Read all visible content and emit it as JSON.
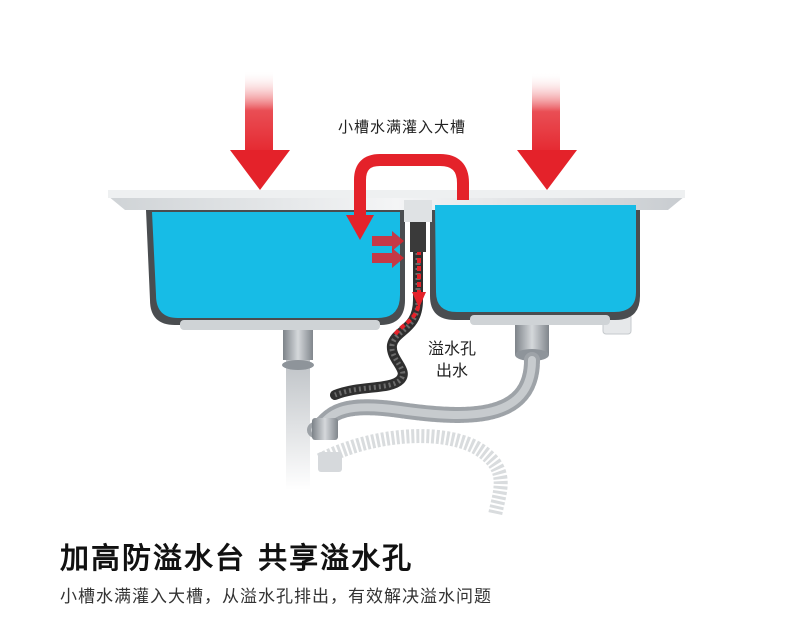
{
  "colors": {
    "water": "#17bce6",
    "arrow_red": "#e4222a",
    "steel": "#b9bdc2",
    "pipe_gray": "#9aa0a6",
    "hose_dark": "#3a3a3a",
    "background": "#ffffff"
  },
  "annotations": {
    "top_label": "小槽水满灌入大槽",
    "side_label_line1": "溢水孔",
    "side_label_line2": "出水"
  },
  "caption": {
    "headline": "加高防溢水台 共享溢水孔",
    "subline": "小槽水满灌入大槽，从溢水孔排出，有效解决溢水问题"
  },
  "icons": [
    "down-arrow-icon",
    "u-turn-arrow-icon",
    "flow-arrow-icon"
  ]
}
